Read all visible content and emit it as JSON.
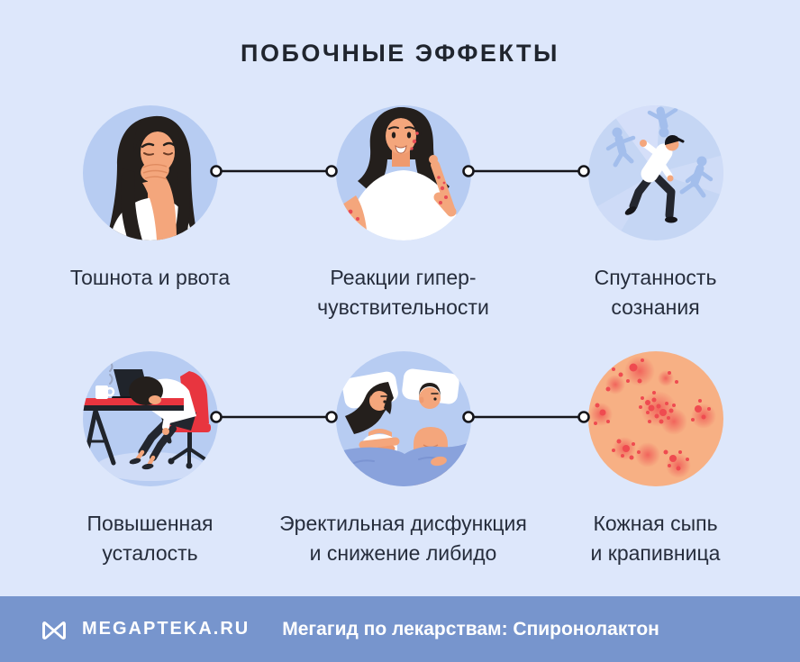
{
  "title": "ПОБОЧНЫЕ ЭФФЕКТЫ",
  "cards": [
    {
      "label": "Тошнота и рвота",
      "illustration": "woman-covering-mouth"
    },
    {
      "label": "Реакции гипер-\nчувствительности",
      "illustration": "woman-scratching-rash"
    },
    {
      "label": "Спутанность\nсознания",
      "illustration": "man-confused-running"
    },
    {
      "label": "Повышенная\nусталость",
      "illustration": "woman-tired-at-desk"
    },
    {
      "label": "Эректильная дисфункция\nи снижение либидо",
      "illustration": "couple-in-bed"
    },
    {
      "label": "Кожная сыпь\nи крапивница",
      "illustration": "skin-rash-closeup"
    }
  ],
  "footer": {
    "brand": "MEGAPTEKA.RU",
    "tagline": "Мегагид по лекарствам: Спиронолактон",
    "logo_icon": "megapteka-m-logo"
  },
  "colors": {
    "background": "#dde7fb",
    "bubble_fill": "#b7ccf2",
    "footer_bar": "#7795cd",
    "title_text": "#20252e",
    "label_text": "#262d3c",
    "accent_red": "#e8353f",
    "rash_red": "#ef4b50",
    "rash_skin": "#f7b084",
    "skin_tone": "#f4a67c",
    "hair": "#241f1c",
    "connector": "#15151a",
    "silhouette_blue": "#a3beec"
  }
}
